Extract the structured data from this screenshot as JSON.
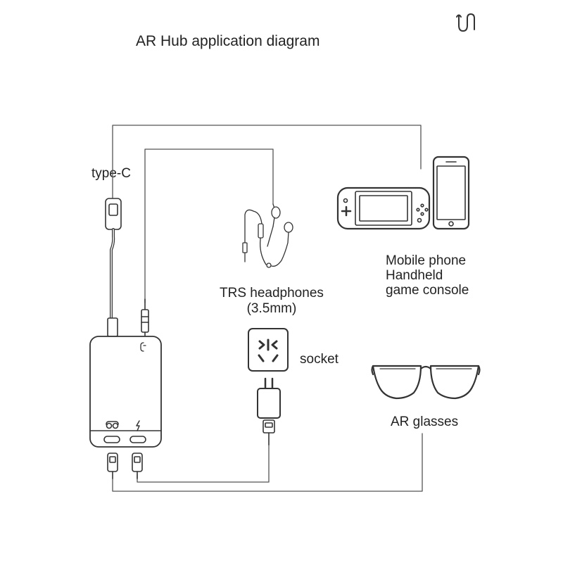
{
  "title": "AR Hub application diagram",
  "labels": {
    "type_c": "type-C",
    "trs_line1": "TRS headphones",
    "trs_line2": "(3.5mm)",
    "mobile_line1": "Mobile phone",
    "mobile_line2": "Handheld",
    "mobile_line3": "game console",
    "socket": "socket",
    "ar_glasses": "AR glasses"
  },
  "icons": [
    "brand-logo-icon",
    "usb-c-plug-icon",
    "audio-jack-icon",
    "headphones-icon",
    "handheld-console-icon",
    "mobile-phone-icon",
    "wall-socket-icon",
    "power-adapter-icon",
    "ar-glasses-icon",
    "hub-device-icon",
    "glasses-port-icon",
    "lightning-port-icon"
  ]
}
